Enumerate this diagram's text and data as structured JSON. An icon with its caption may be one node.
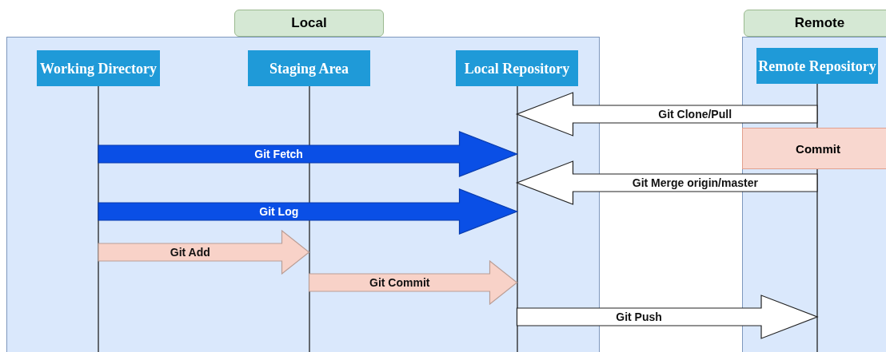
{
  "diagram": {
    "nodes": [
      {
        "text": [
          "Local"
        ]
      },
      {
        "text": [
          "Working Directory"
        ],
        "in": 0
      },
      {
        "text": [
          "Staging Area"
        ],
        "in": 0
      },
      {
        "text": [
          "Local Repository"
        ],
        "in": 0
      },
      {
        "text": [
          "Remote"
        ]
      },
      {
        "text": [
          "Remote Repository"
        ],
        "in": 4
      },
      {
        "text": [
          "Commit"
        ],
        "in": 4
      }
    ],
    "edges": [
      {
        "from": 5,
        "to": 3,
        "arrow": "to",
        "label": "Git Clone/Pull"
      },
      {
        "from": 1,
        "to": 3,
        "arrow": "to",
        "label": "Git Fetch",
        "style": "thick",
        "color": "#0a4fe6"
      },
      {
        "from": 5,
        "to": 3,
        "arrow": "to",
        "label": "Git Merge origin/master"
      },
      {
        "from": 1,
        "to": 3,
        "arrow": "to",
        "label": "Git Log",
        "style": "thick",
        "color": "#0a4fe6"
      },
      {
        "from": 1,
        "to": 2,
        "arrow": "to",
        "label": "Git Add",
        "color": "#f8d2c8"
      },
      {
        "from": 2,
        "to": 3,
        "arrow": "to",
        "label": "Git Commit",
        "color": "#f8d2c8"
      },
      {
        "from": 3,
        "to": 5,
        "arrow": "to",
        "label": "Git Push"
      }
    ]
  }
}
